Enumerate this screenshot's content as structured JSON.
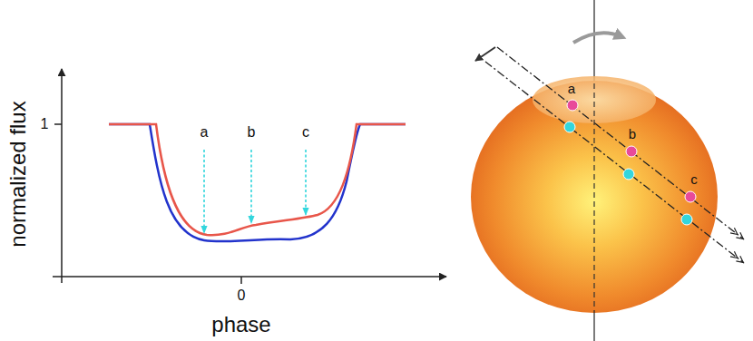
{
  "diagram": {
    "labels": [
      "normalized flux",
      "1",
      "0",
      "phase",
      "a",
      "b",
      "c",
      "a",
      "b",
      "c"
    ]
  }
}
